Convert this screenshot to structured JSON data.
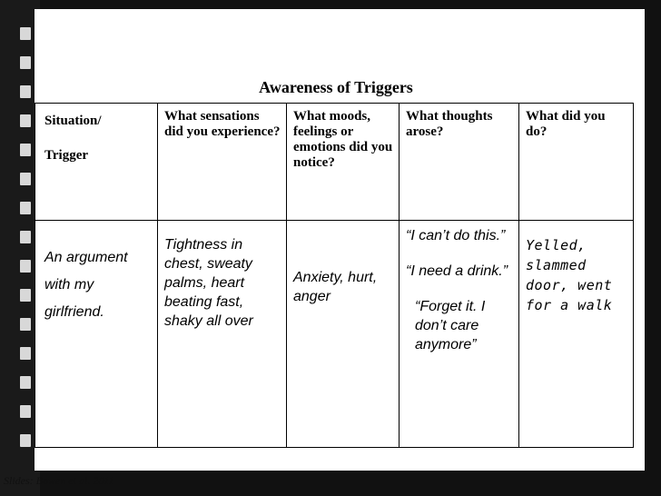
{
  "title": "Awareness of Triggers",
  "headers": [
    "Situation/\nTrigger",
    "What sensations did you experience?",
    "What moods, feelings or emotions did you notice?",
    "What thoughts arose?",
    "What did you do?"
  ],
  "row": {
    "situation": "An argument with my girlfriend.",
    "sensations": "Tightness in chest, sweaty palms, heart beating fast, shaky all over",
    "moods": "Anxiety, hurt, anger",
    "thoughts": [
      "“I can’t do this.”",
      "“I need a drink.”",
      "“Forget it. I don’t care anymore”"
    ],
    "actions": "Yelled, slammed door, went for a walk"
  },
  "credit": "Slides: Bowen et al. 2011"
}
